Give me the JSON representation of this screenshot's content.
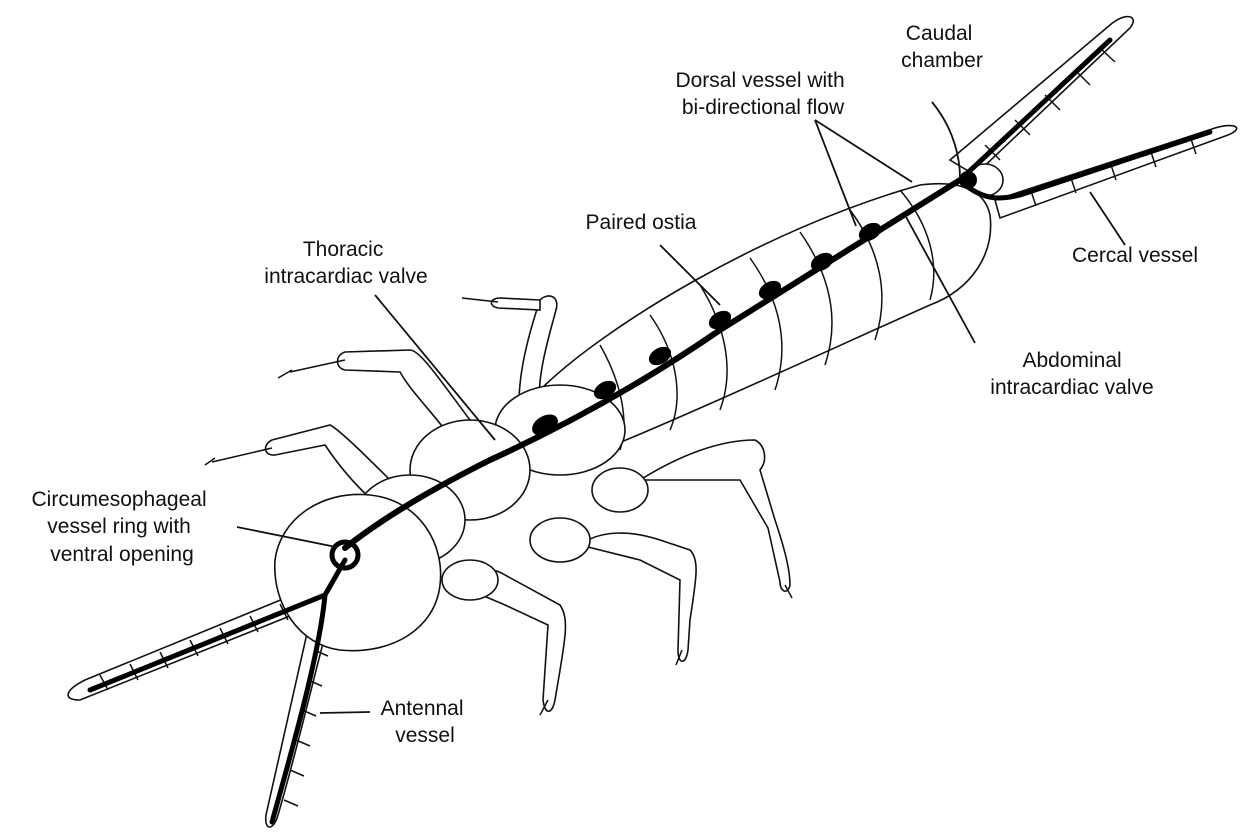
{
  "labels": {
    "caudal_chamber": [
      "Caudal",
      "chamber"
    ],
    "dorsal_vessel": [
      "Dorsal vessel with",
      "bi-directional flow"
    ],
    "paired_ostia": [
      "Paired ostia"
    ],
    "thoracic_valve": [
      "Thoracic",
      "intracardiac valve"
    ],
    "cercal_vessel": [
      "Cercal vessel"
    ],
    "abdominal_valve": [
      "Abdominal",
      "intracardiac valve"
    ],
    "circumesophageal": [
      "Circumesophageal",
      "vessel ring with",
      "ventral opening"
    ],
    "antennal_vessel": [
      "Antennal",
      "vessel"
    ]
  },
  "colors": {
    "ink": "#111111",
    "vessel": "#000000",
    "background": "#ffffff"
  }
}
